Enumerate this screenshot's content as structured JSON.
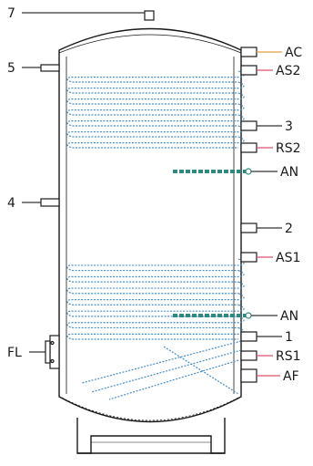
{
  "labels": {
    "top_port": "7",
    "left_upper_port": "5",
    "left_mid_port": "4",
    "flange": "FL",
    "ac": "AC",
    "as2": "AS2",
    "right_3": "3",
    "rs2": "RS2",
    "an_upper": "AN",
    "right_2": "2",
    "as1": "AS1",
    "an_lower": "AN",
    "right_1": "1",
    "rs1": "RS1",
    "af": "AF"
  },
  "colors": {
    "outline": "#1a1a1a",
    "coil": "#4a90c8",
    "heater": "#2e8a80",
    "ac_leader": "#e8a040",
    "red_leader": "#d9536a",
    "black_leader": "#333333"
  }
}
